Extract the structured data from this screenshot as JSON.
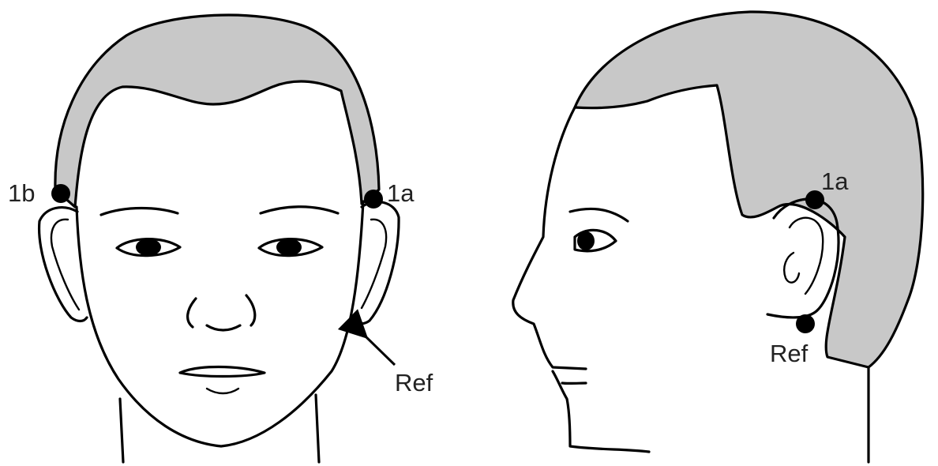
{
  "colors": {
    "hair": "#c8c8c8",
    "outline": "#000000",
    "electrode": "#000000",
    "label_text": "#222222"
  },
  "front_view": {
    "labels": {
      "electrode_1b": "1b",
      "electrode_1a": "1a",
      "reference": "Ref"
    }
  },
  "side_view": {
    "labels": {
      "electrode_1a": "1a",
      "reference": "Ref"
    }
  }
}
